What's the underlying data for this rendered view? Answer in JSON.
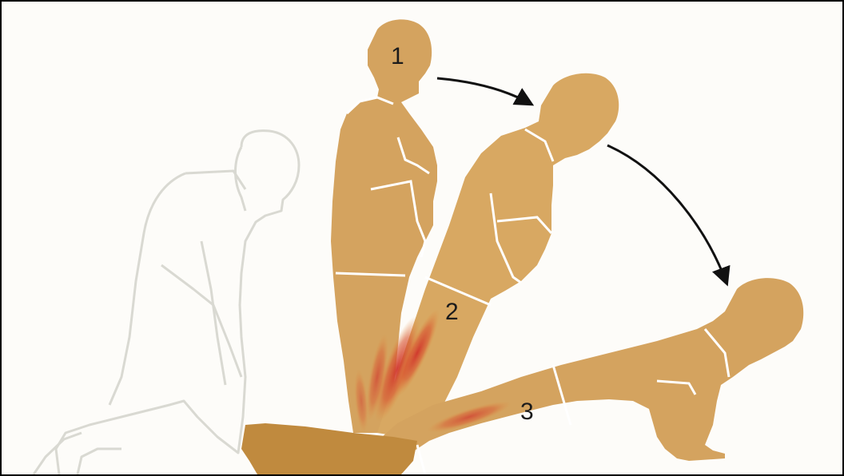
{
  "diagram": {
    "steps": [
      {
        "label": "1"
      },
      {
        "label": "2"
      },
      {
        "label": "3"
      }
    ],
    "colors": {
      "figure": "#d4a35f",
      "figure_dark": "#c08a3e",
      "outline": "#d9d9d2",
      "muscle": "#d0342b",
      "arrow": "#111111",
      "background": "#fdfcf9"
    },
    "icons": [
      "arrow-right-curve",
      "arrow-down-curve"
    ]
  }
}
